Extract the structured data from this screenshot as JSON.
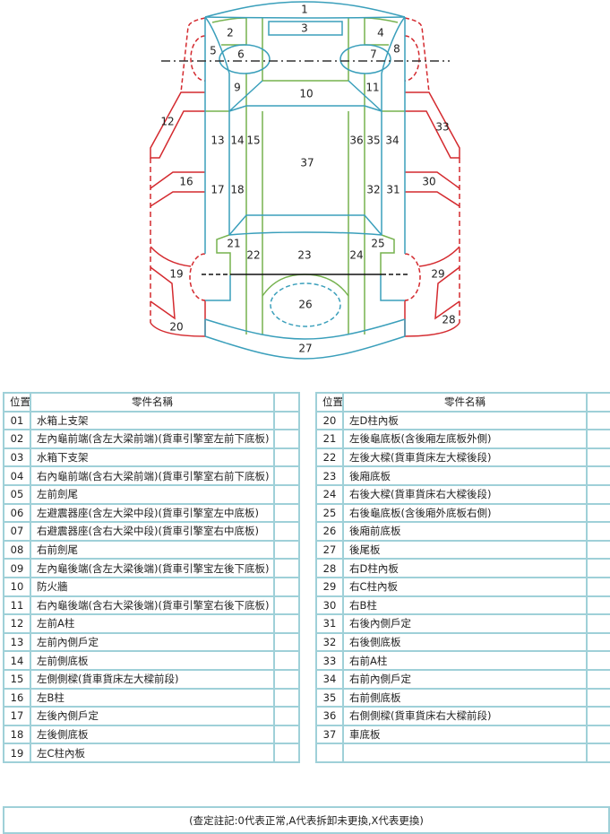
{
  "diagram": {
    "labels": [
      "1",
      "2",
      "3",
      "4",
      "5",
      "6",
      "7",
      "8",
      "9",
      "10",
      "11",
      "12",
      "13",
      "14",
      "15",
      "16",
      "17",
      "18",
      "19",
      "20",
      "21",
      "22",
      "23",
      "24",
      "25",
      "26",
      "27",
      "28",
      "29",
      "30",
      "31",
      "32",
      "33",
      "34",
      "35",
      "36",
      "37"
    ],
    "colors": {
      "blue": "#3a9fbb",
      "green": "#76b24f",
      "red": "#d42a2f",
      "axis": "#333333"
    }
  },
  "table": {
    "header": {
      "position": "位置",
      "part_name": "零件名稱",
      "mark": ""
    },
    "left_rows": [
      {
        "pos": "01",
        "name": "水箱上支架"
      },
      {
        "pos": "02",
        "name": "左內龜前端(含左大梁前端)(貨車引擎室左前下底板)"
      },
      {
        "pos": "03",
        "name": "水箱下支架"
      },
      {
        "pos": "04",
        "name": "右內龜前端(含右大梁前端)(貨車引擎室右前下底板)"
      },
      {
        "pos": "05",
        "name": "左前劍尾"
      },
      {
        "pos": "06",
        "name": "左避震器座(含左大梁中段)(貨車引擎室左中底板)"
      },
      {
        "pos": "07",
        "name": "右避震器座(含右大梁中段)(貨車引擎室右中底板)"
      },
      {
        "pos": "08",
        "name": "右前劍尾"
      },
      {
        "pos": "09",
        "name": "左內龜後端(含左大梁後端)(貨車引擎宝左後下底板)"
      },
      {
        "pos": "10",
        "name": "防火牆"
      },
      {
        "pos": "11",
        "name": "右內龜後端(含右大梁後端)(貨車引擎室右後下底板)"
      },
      {
        "pos": "12",
        "name": "左前A柱"
      },
      {
        "pos": "13",
        "name": "左前內側戶定"
      },
      {
        "pos": "14",
        "name": "左前側底板"
      },
      {
        "pos": "15",
        "name": "左側側樑(貨車貨床左大樑前段)"
      },
      {
        "pos": "16",
        "name": "左B柱"
      },
      {
        "pos": "17",
        "name": "左後內側戶定"
      },
      {
        "pos": "18",
        "name": "左後側底板"
      },
      {
        "pos": "19",
        "name": "左C柱內板"
      }
    ],
    "right_rows": [
      {
        "pos": "20",
        "name": "左D柱內板"
      },
      {
        "pos": "21",
        "name": "左後龜底板(含後廂左底板外側)"
      },
      {
        "pos": "22",
        "name": "左後大樑(貨車貨床左大樑後段)"
      },
      {
        "pos": "23",
        "name": "後廂底板"
      },
      {
        "pos": "24",
        "name": "右後大樑(貨車貨床右大樑後段)"
      },
      {
        "pos": "25",
        "name": "右後龜底板(含後廂外底板右側)"
      },
      {
        "pos": "26",
        "name": "後廂前底板"
      },
      {
        "pos": "27",
        "name": "後尾板"
      },
      {
        "pos": "28",
        "name": "右D柱內板"
      },
      {
        "pos": "29",
        "name": "右C柱內板"
      },
      {
        "pos": "30",
        "name": "右B柱"
      },
      {
        "pos": "31",
        "name": "右後內側戶定"
      },
      {
        "pos": "32",
        "name": "右後側底板"
      },
      {
        "pos": "33",
        "name": "右前A柱"
      },
      {
        "pos": "34",
        "name": "右前內側戶定"
      },
      {
        "pos": "35",
        "name": "右前側底板"
      },
      {
        "pos": "36",
        "name": "右側側樑(貨車貨床右大樑前段)"
      },
      {
        "pos": "37",
        "name": "車底板"
      },
      {
        "pos": "",
        "name": ""
      }
    ]
  },
  "footer": {
    "note": "(查定註記:0代表正常,A代表拆卸未更換,X代表更換)"
  }
}
